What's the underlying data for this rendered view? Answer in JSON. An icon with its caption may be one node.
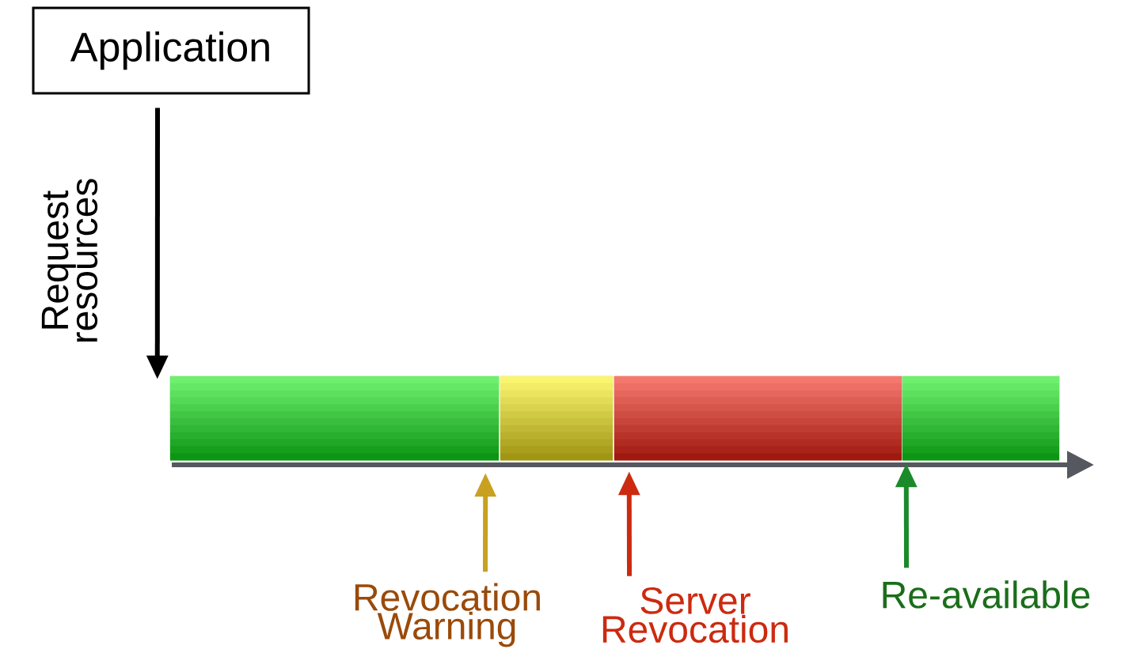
{
  "diagram": {
    "nodes": [
      {
        "text": [
          "Application"
        ]
      },
      {
        "text": [],
        "shape": "bar"
      },
      {
        "text": [],
        "shape": "bar"
      },
      {
        "text": [],
        "shape": "bar"
      },
      {
        "text": [],
        "shape": "bar"
      },
      {
        "text": [
          "Revocation Warning"
        ]
      },
      {
        "text": [
          "Server Revocation"
        ]
      },
      {
        "text": [
          "Re-available"
        ]
      }
    ],
    "edges": [
      {
        "from": 0,
        "to": 1,
        "arrow": "to",
        "label": "Request resources"
      },
      {
        "from": 5,
        "to": 1,
        "arrow": "to",
        "color": "#c9a020"
      },
      {
        "from": 6,
        "to": 3,
        "arrow": "to",
        "color": "#cc2a10"
      },
      {
        "from": 7,
        "to": 4,
        "arrow": "to",
        "color": "#1a8a2a"
      }
    ]
  }
}
